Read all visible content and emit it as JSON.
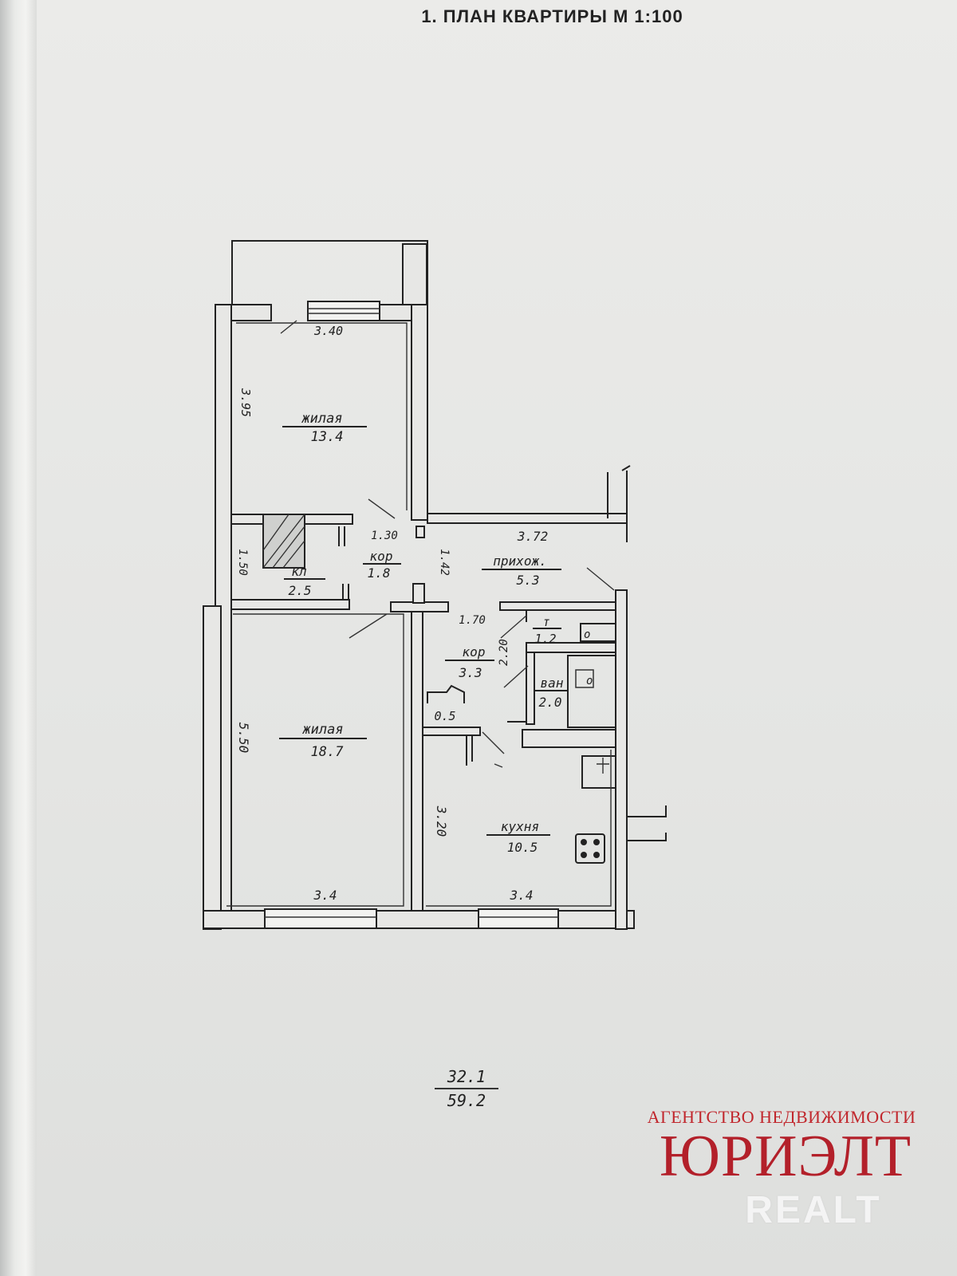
{
  "title": "1. ПЛАН КВАРТИРЫ М 1:100",
  "rooms": [
    {
      "id": "bedroom-1",
      "name": "жилая",
      "area": "13.4"
    },
    {
      "id": "pantry",
      "name": "кл",
      "area": "2.5"
    },
    {
      "id": "corridor-1",
      "name": "кор",
      "area": "1.8"
    },
    {
      "id": "hallway",
      "name": "прихож.",
      "area": "5.3"
    },
    {
      "id": "toilet",
      "name": "т",
      "area": "1.2"
    },
    {
      "id": "corridor-2",
      "name": "кор",
      "area": "3.3"
    },
    {
      "id": "bathroom",
      "name": "ван",
      "area": "2.0"
    },
    {
      "id": "closet",
      "name": "",
      "area": "0.5"
    },
    {
      "id": "bedroom-2",
      "name": "жилая",
      "area": "18.7"
    },
    {
      "id": "kitchen",
      "name": "кухня",
      "area": "10.5"
    }
  ],
  "dimensions": {
    "bedroom1_width": "3.40",
    "bedroom1_depth": "3.95",
    "corridor_width": "1.30",
    "pantry_depth": "1.50",
    "corridor_depth": "1.42",
    "hallway_width": "3.72",
    "corridor2_width": "1.70",
    "corridor2_depth": "2.20",
    "bedroom2_depth": "5.50",
    "bedroom2_width": "3.4",
    "kitchen_depth": "3.20",
    "kitchen_width": "3.4"
  },
  "totals": {
    "living_area": "32.1",
    "total_area": "59.2"
  },
  "logo": {
    "agency": "АГЕНТСТВО НЕДВИЖИМОСТИ",
    "brand": "ЮРИЭЛТ",
    "realt": "REALT"
  }
}
